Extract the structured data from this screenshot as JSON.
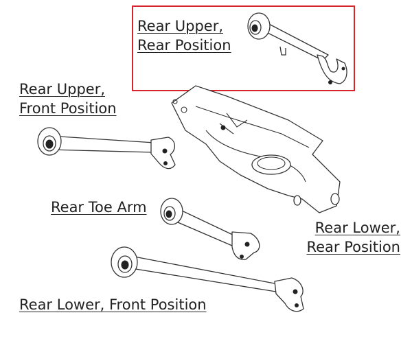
{
  "labels": {
    "rear_upper_rear": {
      "line1": "Rear Upper,",
      "line2": "Rear Position"
    },
    "rear_upper_front": {
      "line1": "Rear Upper,",
      "line2": "Front Position"
    },
    "rear_toe_arm": "Rear Toe Arm",
    "rear_lower_rear": {
      "line1": "Rear Lower,",
      "line2": "Rear Position"
    },
    "rear_lower_front": "Rear Lower, Front Position"
  },
  "highlight_color": "#d9232a"
}
